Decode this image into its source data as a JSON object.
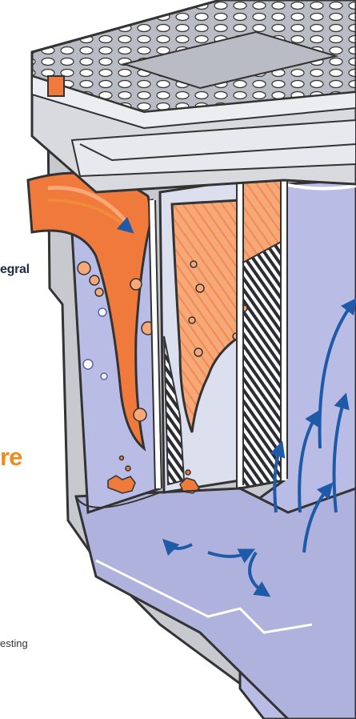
{
  "texts": {
    "fragment_top": "egral",
    "fragment_middle": "re",
    "fragment_bottom": "esting"
  },
  "colors": {
    "water": "#b9bde6",
    "grease": "#f07a3c",
    "grease_light": "#f6a878",
    "flow_arrow": "#1f5aa8",
    "outline": "#333333",
    "housing": "#c8c9cf"
  },
  "icons": [
    "flow-arrow-icon",
    "grease-bubble-icon",
    "solids-debris-icon"
  ]
}
